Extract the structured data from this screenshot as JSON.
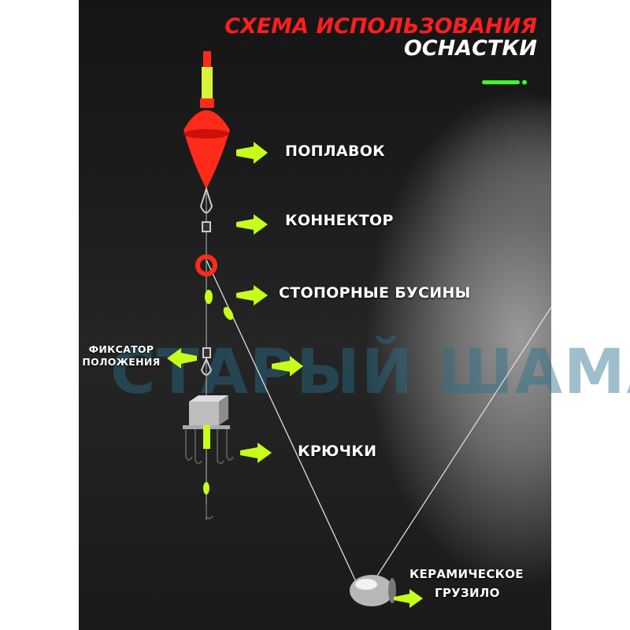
{
  "title": {
    "line1": "СХЕМА ИСПОЛЬЗОВАНИЯ",
    "line2": "ОСНАСТКИ"
  },
  "watermark": "СТАРЫЙ ШАМАН",
  "labels": {
    "float": "ПОПЛАВОК",
    "connector": "КОННЕКТОР",
    "stopper_beads": "СТОПОРНЫЕ БУСИНЫ",
    "position_lock_1": "ФИКСАТОР",
    "position_lock_2": "ПОЛОЖЕНИЯ",
    "hooks": "КРЮЧКИ",
    "sinker_1": "КЕРАМИЧЕСКОЕ",
    "sinker_2": "ГРУЗИЛО"
  },
  "colors": {
    "accent_red": "#ff1e1e",
    "arrow_green": "#c6ff1a",
    "float_red": "#ff2a1a"
  }
}
